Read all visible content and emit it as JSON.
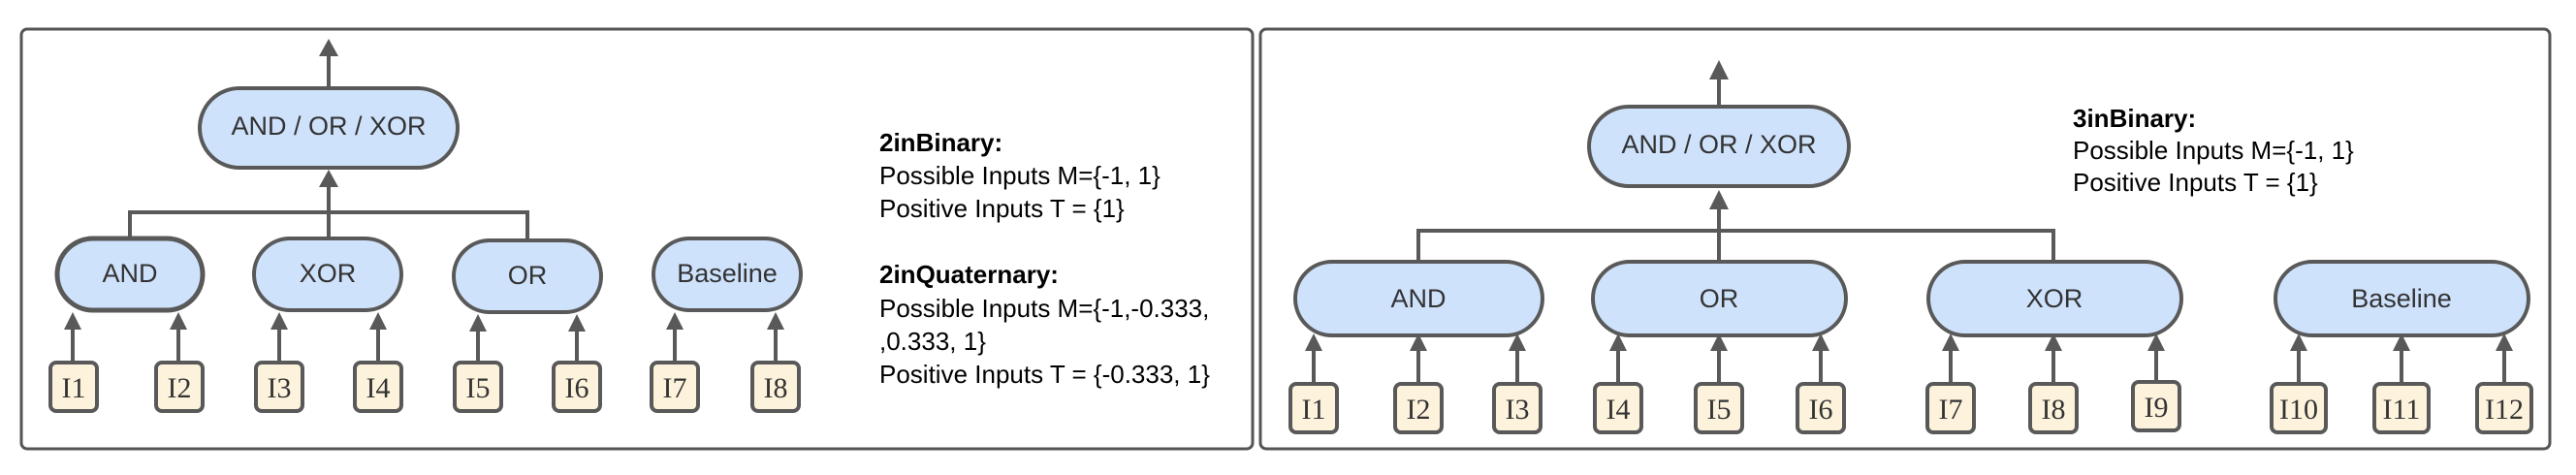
{
  "colors": {
    "frame": "#555555",
    "gate_fill": "#cfe2fc",
    "input_fill": "#fdf3dc",
    "stroke": "#595959"
  },
  "panel_left": {
    "top_gate": "AND / OR / XOR",
    "gates": [
      {
        "label": "AND",
        "inputs": [
          "I1",
          "I2"
        ]
      },
      {
        "label": "XOR",
        "inputs": [
          "I3",
          "I4"
        ]
      },
      {
        "label": "OR",
        "inputs": [
          "I5",
          "I6"
        ]
      },
      {
        "label": "Baseline",
        "inputs": [
          "I7",
          "I8"
        ]
      }
    ],
    "notes": [
      {
        "title": "2inBinary:",
        "lines": [
          "Possible Inputs M={-1, 1}",
          "Positive Inputs T = {1}"
        ]
      },
      {
        "title": "2inQuaternary:",
        "lines": [
          "Possible Inputs M={-1,-0.333,",
          ",0.333, 1}",
          "Positive Inputs T = {-0.333, 1}"
        ]
      }
    ]
  },
  "panel_right": {
    "top_gate": "AND / OR / XOR",
    "gates": [
      {
        "label": "AND",
        "inputs": [
          "I1",
          "I2",
          "I3"
        ]
      },
      {
        "label": "OR",
        "inputs": [
          "I4",
          "I5",
          "I6"
        ]
      },
      {
        "label": "XOR",
        "inputs": [
          "I7",
          "I8",
          "I9"
        ]
      },
      {
        "label": "Baseline",
        "inputs": [
          "I10",
          "I11",
          "I12"
        ]
      }
    ],
    "notes": [
      {
        "title": "3inBinary:",
        "lines": [
          "Possible Inputs M={-1, 1}",
          "Positive Inputs T = {1}"
        ]
      }
    ]
  }
}
